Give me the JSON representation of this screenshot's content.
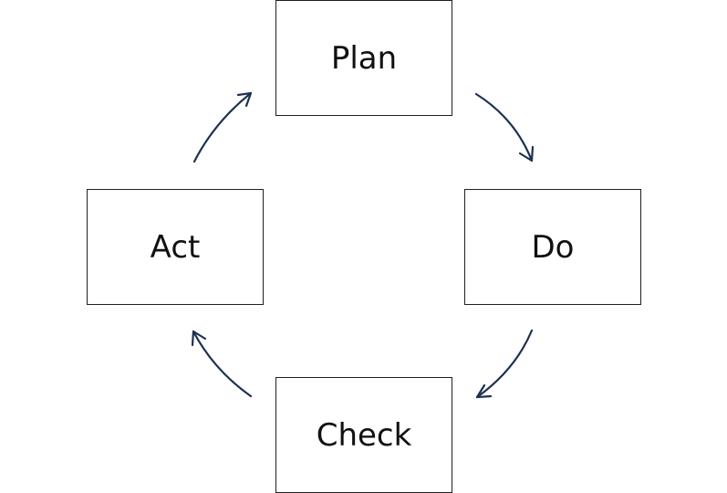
{
  "diagram": {
    "nodes": [
      {
        "id": "plan",
        "label": "Plan"
      },
      {
        "id": "do",
        "label": "Do"
      },
      {
        "id": "check",
        "label": "Check"
      },
      {
        "id": "act",
        "label": "Act"
      }
    ],
    "edges": [
      {
        "from": "plan",
        "to": "do"
      },
      {
        "from": "do",
        "to": "check"
      },
      {
        "from": "check",
        "to": "act"
      },
      {
        "from": "act",
        "to": "plan"
      }
    ],
    "colors": {
      "arrow": "#1e3150",
      "box_border": "#1f1f1f",
      "text": "#111111",
      "background": "#ffffff"
    }
  }
}
